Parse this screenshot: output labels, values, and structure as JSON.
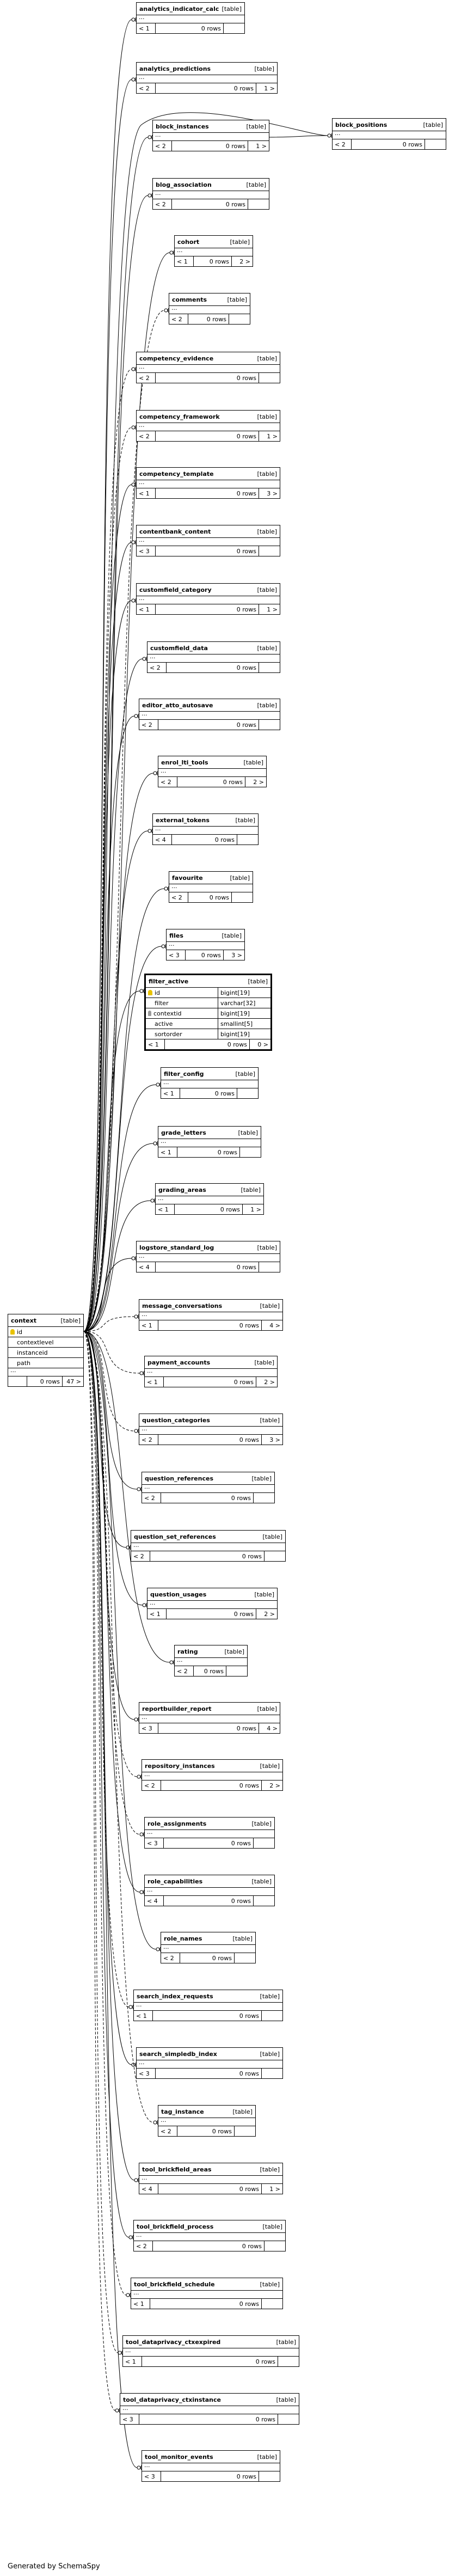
{
  "context": {
    "name": "context",
    "type": "[table]",
    "columns": [
      {
        "name": "id",
        "key": "primary"
      },
      {
        "name": "contextlevel"
      },
      {
        "name": "instanceid"
      },
      {
        "name": "path"
      }
    ],
    "dots": "...",
    "footer": {
      "left": "",
      "rows": "0 rows",
      "right": "47 >"
    }
  },
  "filter_active": {
    "name": "filter_active",
    "type": "[table]",
    "columns": [
      {
        "name": "id",
        "type": "bigint[19]",
        "key": "primary"
      },
      {
        "name": "filter",
        "type": "varchar[32]"
      },
      {
        "name": "contextid",
        "type": "bigint[19]",
        "key": "foreign"
      },
      {
        "name": "active",
        "type": "smallint[5]"
      },
      {
        "name": "sortorder",
        "type": "bigint[19]"
      }
    ],
    "footer": {
      "left": "< 1",
      "rows": "0 rows",
      "right": "0 >"
    }
  },
  "block_positions": {
    "name": "block_positions",
    "type": "[table]",
    "dots": "...",
    "footer": {
      "left": "< 2",
      "rows": "0 rows",
      "right": ""
    }
  },
  "tables": [
    {
      "name": "analytics_indicator_calc",
      "type": "[table]",
      "dots": "...",
      "footer": {
        "left": "< 1",
        "rows": "0 rows",
        "right": ""
      }
    },
    {
      "name": "analytics_predictions",
      "type": "[table]",
      "dots": "...",
      "footer": {
        "left": "< 2",
        "rows": "0 rows",
        "right": "1 >"
      }
    },
    {
      "name": "block_instances",
      "type": "[table]",
      "dots": "...",
      "footer": {
        "left": "< 2",
        "rows": "0 rows",
        "right": "1 >"
      }
    },
    {
      "name": "blog_association",
      "type": "[table]",
      "dots": "...",
      "footer": {
        "left": "< 2",
        "rows": "0 rows",
        "right": ""
      }
    },
    {
      "name": "cohort",
      "type": "[table]",
      "dots": "...",
      "footer": {
        "left": "< 1",
        "rows": "0 rows",
        "right": "2 >"
      }
    },
    {
      "name": "comments",
      "type": "[table]",
      "dots": "...",
      "footer": {
        "left": "< 2",
        "rows": "0 rows",
        "right": ""
      }
    },
    {
      "name": "competency_evidence",
      "type": "[table]",
      "dots": "...",
      "footer": {
        "left": "< 2",
        "rows": "0 rows",
        "right": ""
      }
    },
    {
      "name": "competency_framework",
      "type": "[table]",
      "dots": "...",
      "footer": {
        "left": "< 2",
        "rows": "0 rows",
        "right": "1 >"
      }
    },
    {
      "name": "competency_template",
      "type": "[table]",
      "dots": "...",
      "footer": {
        "left": "< 1",
        "rows": "0 rows",
        "right": "3 >"
      }
    },
    {
      "name": "contentbank_content",
      "type": "[table]",
      "dots": "...",
      "footer": {
        "left": "< 3",
        "rows": "0 rows",
        "right": ""
      }
    },
    {
      "name": "customfield_category",
      "type": "[table]",
      "dots": "...",
      "footer": {
        "left": "< 1",
        "rows": "0 rows",
        "right": "1 >"
      }
    },
    {
      "name": "customfield_data",
      "type": "[table]",
      "dots": "...",
      "footer": {
        "left": "< 2",
        "rows": "0 rows",
        "right": ""
      }
    },
    {
      "name": "editor_atto_autosave",
      "type": "[table]",
      "dots": "...",
      "footer": {
        "left": "< 2",
        "rows": "0 rows",
        "right": ""
      }
    },
    {
      "name": "enrol_lti_tools",
      "type": "[table]",
      "dots": "...",
      "footer": {
        "left": "< 2",
        "rows": "0 rows",
        "right": "2 >"
      }
    },
    {
      "name": "external_tokens",
      "type": "[table]",
      "dots": "...",
      "footer": {
        "left": "< 4",
        "rows": "0 rows",
        "right": ""
      }
    },
    {
      "name": "favourite",
      "type": "[table]",
      "dots": "...",
      "footer": {
        "left": "< 2",
        "rows": "0 rows",
        "right": ""
      }
    },
    {
      "name": "files",
      "type": "[table]",
      "dots": "...",
      "footer": {
        "left": "< 3",
        "rows": "0 rows",
        "right": "3 >"
      }
    },
    {
      "name": "filter_config",
      "type": "[table]",
      "dots": "...",
      "footer": {
        "left": "< 1",
        "rows": "0 rows",
        "right": ""
      }
    },
    {
      "name": "grade_letters",
      "type": "[table]",
      "dots": "...",
      "footer": {
        "left": "< 1",
        "rows": "0 rows",
        "right": ""
      }
    },
    {
      "name": "grading_areas",
      "type": "[table]",
      "dots": "...",
      "footer": {
        "left": "< 1",
        "rows": "0 rows",
        "right": "1 >"
      }
    },
    {
      "name": "logstore_standard_log",
      "type": "[table]",
      "dots": "...",
      "footer": {
        "left": "< 4",
        "rows": "0 rows",
        "right": ""
      }
    },
    {
      "name": "message_conversations",
      "type": "[table]",
      "dots": "...",
      "footer": {
        "left": "< 1",
        "rows": "0 rows",
        "right": "4 >"
      }
    },
    {
      "name": "payment_accounts",
      "type": "[table]",
      "dots": "...",
      "footer": {
        "left": "< 1",
        "rows": "0 rows",
        "right": "2 >"
      }
    },
    {
      "name": "question_categories",
      "type": "[table]",
      "dots": "...",
      "footer": {
        "left": "< 2",
        "rows": "0 rows",
        "right": "3 >"
      }
    },
    {
      "name": "question_references",
      "type": "[table]",
      "dots": "...",
      "footer": {
        "left": "< 2",
        "rows": "0 rows",
        "right": ""
      }
    },
    {
      "name": "question_set_references",
      "type": "[table]",
      "dots": "...",
      "footer": {
        "left": "< 2",
        "rows": "0 rows",
        "right": ""
      }
    },
    {
      "name": "question_usages",
      "type": "[table]",
      "dots": "...",
      "footer": {
        "left": "< 1",
        "rows": "0 rows",
        "right": "2 >"
      }
    },
    {
      "name": "rating",
      "type": "[table]",
      "dots": "...",
      "footer": {
        "left": "< 2",
        "rows": "0 rows",
        "right": ""
      }
    },
    {
      "name": "reportbuilder_report",
      "type": "[table]",
      "dots": "...",
      "footer": {
        "left": "< 3",
        "rows": "0 rows",
        "right": "4 >"
      }
    },
    {
      "name": "repository_instances",
      "type": "[table]",
      "dots": "...",
      "footer": {
        "left": "< 2",
        "rows": "0 rows",
        "right": "2 >"
      }
    },
    {
      "name": "role_assignments",
      "type": "[table]",
      "dots": "...",
      "footer": {
        "left": "< 3",
        "rows": "0 rows",
        "right": ""
      }
    },
    {
      "name": "role_capabilities",
      "type": "[table]",
      "dots": "...",
      "footer": {
        "left": "< 4",
        "rows": "0 rows",
        "right": ""
      }
    },
    {
      "name": "role_names",
      "type": "[table]",
      "dots": "...",
      "footer": {
        "left": "< 2",
        "rows": "0 rows",
        "right": ""
      }
    },
    {
      "name": "search_index_requests",
      "type": "[table]",
      "dots": "...",
      "footer": {
        "left": "< 1",
        "rows": "0 rows",
        "right": ""
      }
    },
    {
      "name": "search_simpledb_index",
      "type": "[table]",
      "dots": "...",
      "footer": {
        "left": "< 3",
        "rows": "0 rows",
        "right": ""
      }
    },
    {
      "name": "tag_instance",
      "type": "[table]",
      "dots": "...",
      "footer": {
        "left": "< 2",
        "rows": "0 rows",
        "right": ""
      }
    },
    {
      "name": "tool_brickfield_areas",
      "type": "[table]",
      "dots": "...",
      "footer": {
        "left": "< 4",
        "rows": "0 rows",
        "right": "1 >"
      }
    },
    {
      "name": "tool_brickfield_process",
      "type": "[table]",
      "dots": "...",
      "footer": {
        "left": "< 2",
        "rows": "0 rows",
        "right": ""
      }
    },
    {
      "name": "tool_brickfield_schedule",
      "type": "[table]",
      "dots": "...",
      "footer": {
        "left": "< 1",
        "rows": "0 rows",
        "right": ""
      }
    },
    {
      "name": "tool_dataprivacy_ctxexpired",
      "type": "[table]",
      "dots": "...",
      "footer": {
        "left": "< 1",
        "rows": "0 rows",
        "right": ""
      }
    },
    {
      "name": "tool_dataprivacy_ctxinstance",
      "type": "[table]",
      "dots": "...",
      "footer": {
        "left": "< 3",
        "rows": "0 rows",
        "right": ""
      }
    },
    {
      "name": "tool_monitor_events",
      "type": "[table]",
      "dots": "...",
      "footer": {
        "left": "< 3",
        "rows": "0 rows",
        "right": ""
      }
    }
  ],
  "footer_text": "Generated by SchemaSpy"
}
